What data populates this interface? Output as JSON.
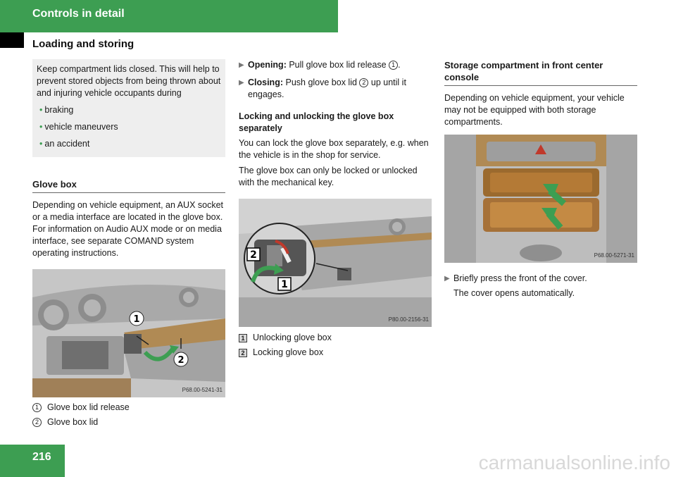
{
  "header": {
    "title": "Controls in detail",
    "subtitle": "Loading and storing"
  },
  "note": {
    "text": "Keep compartment lids closed. This will help to prevent stored objects from being thrown about and injuring vehicle occupants during",
    "bullets": [
      "braking",
      "vehicle maneuvers",
      "an accident"
    ]
  },
  "glove_box": {
    "heading": "Glove box",
    "text": "Depending on vehicle equipment, an AUX socket or a media interface are located in the glove box. For information on Audio AUX mode or on media interface, see separate COMAND system operating instructions.",
    "photo_code": "P68.00-5241-31",
    "legend": [
      {
        "num": "1",
        "label": "Glove box lid release"
      },
      {
        "num": "2",
        "label": "Glove box lid"
      }
    ]
  },
  "opening": {
    "open_label": "Opening:",
    "open_text": "Pull glove box lid release",
    "open_ref": "1",
    "open_end": ".",
    "close_label": "Closing:",
    "close_text": "Push glove box lid",
    "close_ref": "2",
    "close_end": "up until it engages.",
    "lock_heading": "Locking and unlocking the glove box separately",
    "lock_text1": "You can lock the glove box separately, e.g. when the vehicle is in the shop for service.",
    "lock_text2": "The glove box can only be locked or unlocked with the mechanical key.",
    "photo_code": "P80.00-2156-31",
    "legend": [
      {
        "num": "1",
        "label": "Unlocking glove box"
      },
      {
        "num": "2",
        "label": "Locking glove box"
      }
    ]
  },
  "storage": {
    "heading": "Storage compartment in front center console",
    "text": "Depending on vehicle equipment, your vehicle may not be equipped with both storage compartments.",
    "photo_code": "P68.00-5271-31",
    "step": "Briefly press the front of the cover.",
    "result": "The cover opens automatically."
  },
  "page_number": "216",
  "watermark": "carmanualsonline.info"
}
